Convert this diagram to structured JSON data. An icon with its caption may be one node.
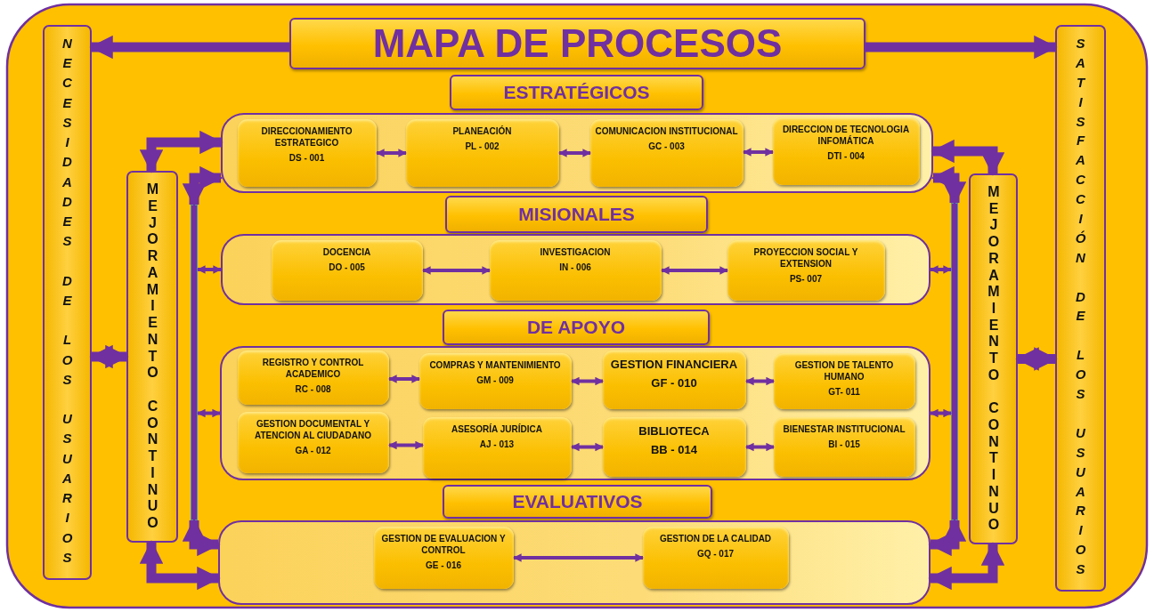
{
  "diagram": {
    "nodes": [
      {
        "text": [
          "MAPA DE PROCESOS"
        ]
      },
      {
        "text": [
          "NECESIDADES DE LOS USUARIOS"
        ]
      },
      {
        "text": [
          "SATISFACCIÓN DE LOS USUARIOS"
        ]
      },
      {
        "text": [
          "MEJORAMIENTO CONTINUO"
        ]
      },
      {
        "text": [
          "MEJORAMIENTO CONTINUO"
        ]
      },
      {
        "text": [
          "ESTRATÉGICOS"
        ]
      },
      {
        "text": [],
        "shape": "box"
      },
      {
        "text": [
          "DIRECCIONAMIENTO ESTRATEGICO",
          "DS - 001"
        ],
        "in": 6
      },
      {
        "text": [
          "PLANEACIÓN",
          "PL - 002"
        ],
        "in": 6
      },
      {
        "text": [
          "COMUNICACION INSTITUCIONAL",
          "GC - 003"
        ],
        "in": 6
      },
      {
        "text": [
          "DIRECCION DE TECNOLOGIA INFOMÁTICA",
          "DTI - 004"
        ],
        "in": 6
      },
      {
        "text": [
          "MISIONALES"
        ]
      },
      {
        "text": [],
        "shape": "box"
      },
      {
        "text": [
          "DOCENCIA",
          "DO - 005"
        ],
        "in": 12
      },
      {
        "text": [
          "INVESTIGACION",
          "IN - 006"
        ],
        "in": 12
      },
      {
        "text": [
          "PROYECCION SOCIAL Y EXTENSION",
          "PS- 007"
        ],
        "in": 12
      },
      {
        "text": [
          "DE APOYO"
        ]
      },
      {
        "text": [],
        "shape": "box"
      },
      {
        "text": [
          "REGISTRO Y CONTROL ACADEMICO",
          "RC - 008"
        ],
        "in": 17
      },
      {
        "text": [
          "COMPRAS Y MANTENIMIENTO",
          "GM - 009"
        ],
        "in": 17
      },
      {
        "text": [
          "GESTION FINANCIERA",
          "GF - 010"
        ],
        "in": 17
      },
      {
        "text": [
          "GESTION DE TALENTO HUMANO",
          "GT- 011"
        ],
        "in": 17
      },
      {
        "text": [
          "GESTION DOCUMENTAL Y ATENCION AL CIUDADANO",
          "GA - 012"
        ],
        "in": 17
      },
      {
        "text": [
          "ASESORÍA JURÍDICA",
          "AJ - 013"
        ],
        "in": 17
      },
      {
        "text": [
          "BIBLIOTECA",
          "BB - 014"
        ],
        "in": 17
      },
      {
        "text": [
          "BIENESTAR INSTITUCIONAL",
          "BI - 015"
        ],
        "in": 17
      },
      {
        "text": [
          "EVALUATIVOS"
        ]
      },
      {
        "text": [],
        "shape": "box"
      },
      {
        "text": [
          "GESTION DE EVALUACION Y CONTROL",
          "GE - 016"
        ],
        "in": 27
      },
      {
        "text": [
          "GESTION DE LA CALIDAD",
          "GQ - 017"
        ],
        "in": 27
      },
      {
        "text": [],
        "shape": "bar"
      },
      {
        "text": [],
        "shape": "bar"
      }
    ],
    "edges": [
      {
        "from": 0,
        "to": 1,
        "arrow": "to",
        "style": "thick"
      },
      {
        "from": 0,
        "to": 2,
        "arrow": "to",
        "style": "thick"
      },
      {
        "from": 1,
        "to": 3,
        "arrow": "both",
        "style": "thick"
      },
      {
        "from": 4,
        "to": 2,
        "arrow": "both",
        "style": "thick"
      },
      {
        "from": 3,
        "to": 6,
        "arrow": "both",
        "style": "thick"
      },
      {
        "from": 30,
        "to": 6,
        "arrow": "both",
        "style": "thick"
      },
      {
        "from": 30,
        "to": 12,
        "arrow": "both"
      },
      {
        "from": 30,
        "to": 17,
        "arrow": "both"
      },
      {
        "from": 30,
        "to": 27,
        "arrow": "both",
        "style": "thick"
      },
      {
        "from": 3,
        "to": 27,
        "arrow": "both",
        "style": "thick"
      },
      {
        "from": 6,
        "to": 4,
        "arrow": "both",
        "style": "thick"
      },
      {
        "from": 6,
        "to": 31,
        "arrow": "both",
        "style": "thick"
      },
      {
        "from": 12,
        "to": 31,
        "arrow": "both"
      },
      {
        "from": 17,
        "to": 31,
        "arrow": "both"
      },
      {
        "from": 27,
        "to": 31,
        "arrow": "both",
        "style": "thick"
      },
      {
        "from": 27,
        "to": 4,
        "arrow": "both",
        "style": "thick"
      },
      {
        "from": 7,
        "to": 8,
        "arrow": "both"
      },
      {
        "from": 8,
        "to": 9,
        "arrow": "both"
      },
      {
        "from": 9,
        "to": 10,
        "arrow": "both"
      },
      {
        "from": 13,
        "to": 14,
        "arrow": "both"
      },
      {
        "from": 14,
        "to": 15,
        "arrow": "both"
      },
      {
        "from": 18,
        "to": 19,
        "arrow": "both"
      },
      {
        "from": 19,
        "to": 20,
        "arrow": "both"
      },
      {
        "from": 20,
        "to": 21,
        "arrow": "both"
      },
      {
        "from": 22,
        "to": 23,
        "arrow": "both"
      },
      {
        "from": 23,
        "to": 24,
        "arrow": "both"
      },
      {
        "from": 24,
        "to": 25,
        "arrow": "both"
      },
      {
        "from": 28,
        "to": 29,
        "arrow": "both"
      }
    ]
  }
}
